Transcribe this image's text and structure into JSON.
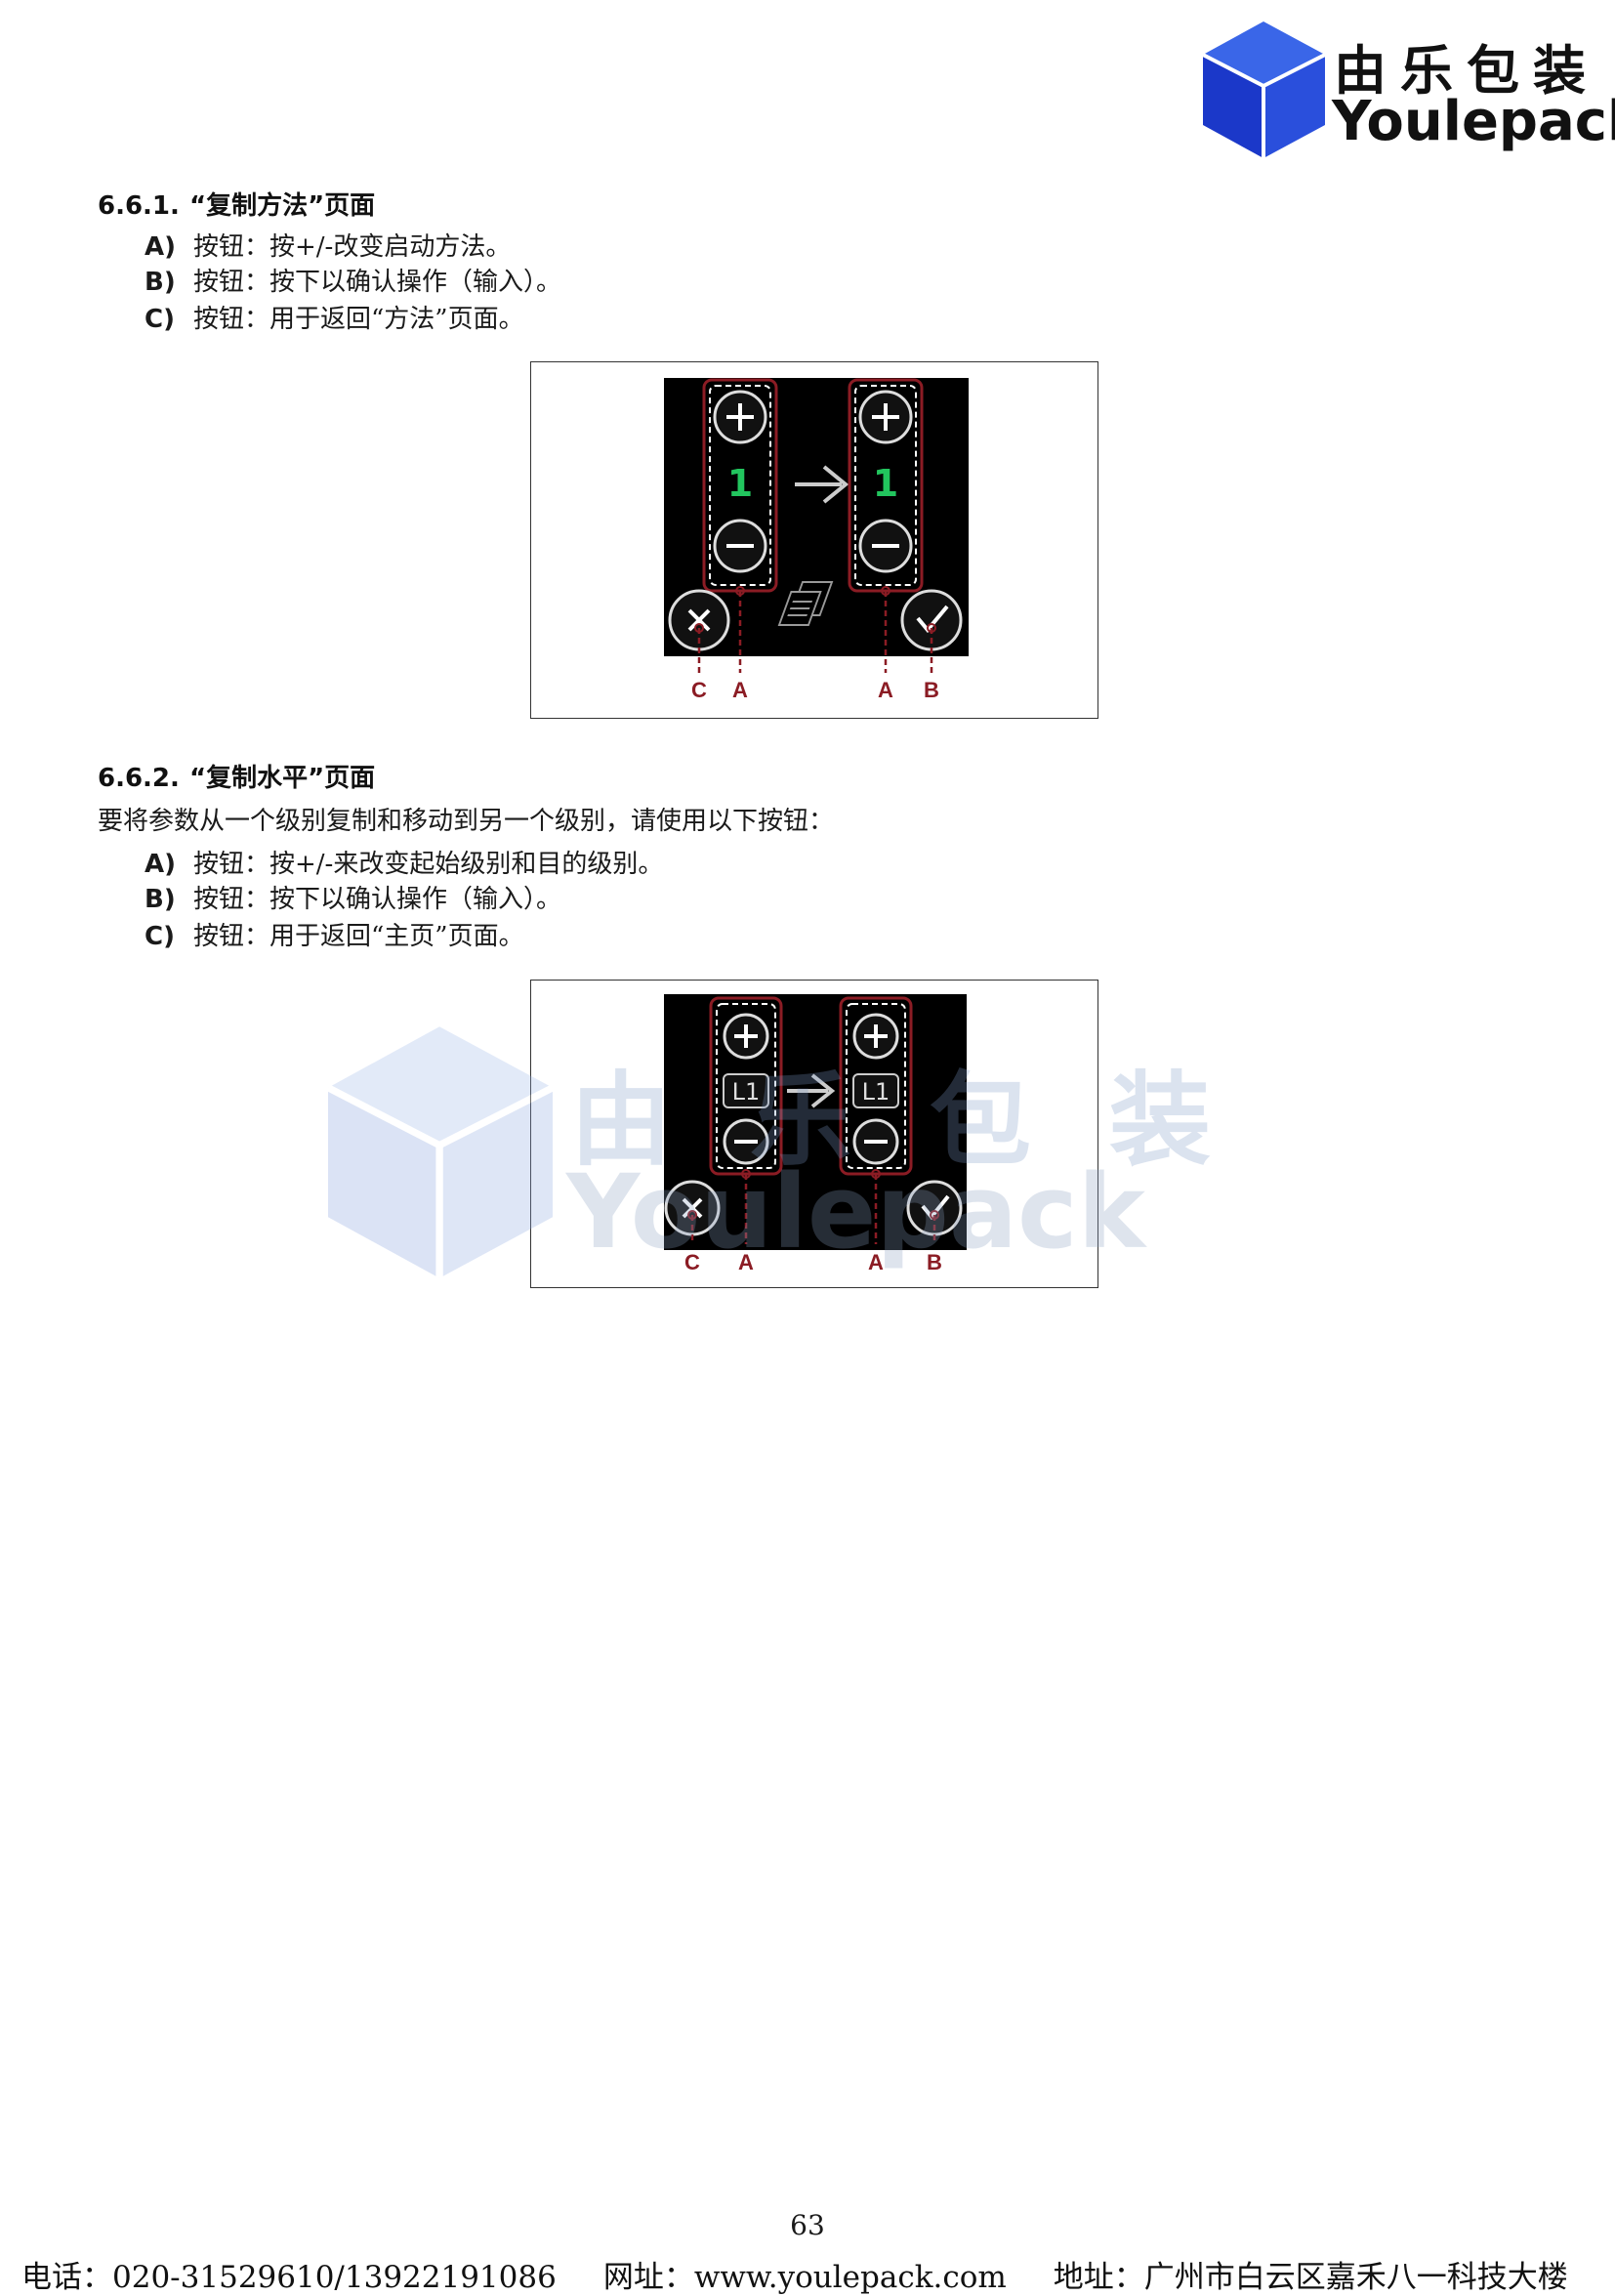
{
  "header": {
    "logo_cn": "由乐包装",
    "logo_en": "Youlepack"
  },
  "sections": [
    {
      "number": "6.6.1.",
      "title": "“复制方法”页面",
      "items": [
        {
          "letter": "A)",
          "text": "按钮：按+/-改变启动方法。"
        },
        {
          "letter": "B)",
          "text": "按钮：按下以确认操作（输入）。"
        },
        {
          "letter": "C)",
          "text": "按钮：用于返回“方法”页面。"
        }
      ],
      "figure": {
        "left_value": "1",
        "right_value": "1",
        "callouts": [
          "C",
          "A",
          "A",
          "B"
        ]
      }
    },
    {
      "number": "6.6.2.",
      "title": "“复制水平”页面",
      "intro": "要将参数从一个级别复制和移动到另一个级别，请使用以下按钮：",
      "items": [
        {
          "letter": "A)",
          "text": "按钮：按+/-来改变起始级别和目的级别。"
        },
        {
          "letter": "B)",
          "text": "按钮：按下以确认操作（输入）。"
        },
        {
          "letter": "C)",
          "text": "按钮：用于返回“主页”页面。"
        }
      ],
      "figure": {
        "left_value": "L1",
        "right_value": "L1",
        "callouts": [
          "C",
          "A",
          "A",
          "B"
        ]
      }
    }
  ],
  "watermark": {
    "cn": "由乐包装",
    "en": "Youlepack"
  },
  "footer": {
    "page_number": "63",
    "phone": "电话：020-31529610/13922191086",
    "website": "网址：www.youlepack.com",
    "address": "地址：广州市白云区嘉禾八一科技大楼"
  },
  "colors": {
    "callout_red": "#8b1c24",
    "value_green": "#22c55e",
    "logo_blue": "#1f3fd6",
    "screen_bg": "#000000"
  }
}
